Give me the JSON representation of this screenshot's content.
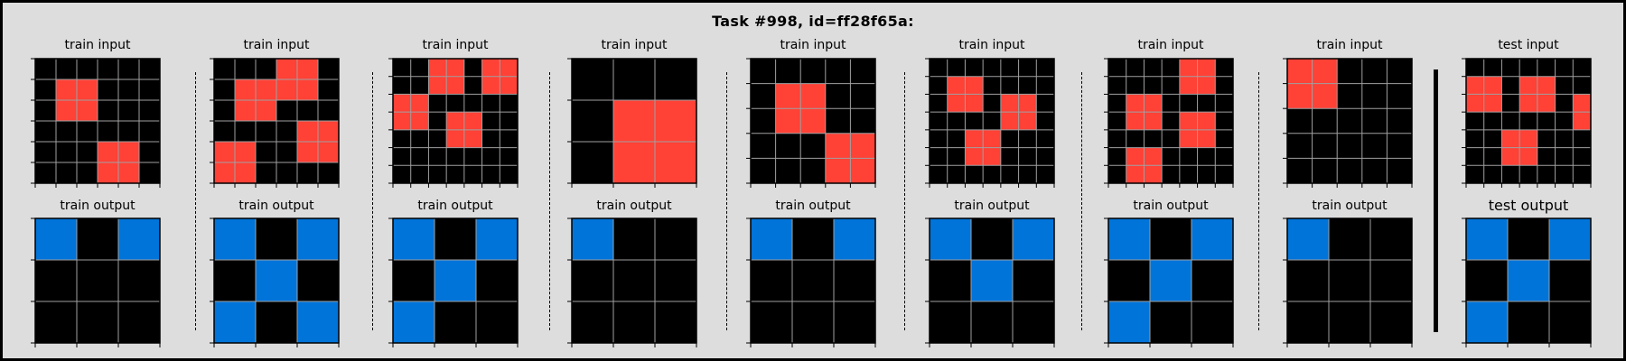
{
  "title": "Task #998, id=ff28f65a:",
  "colors": {
    "background": "#dddddd",
    "black": "#000000",
    "red": "#ff4136",
    "blue": "#0074d9",
    "gridline": "#a0a0a0"
  },
  "color_map": [
    "black",
    "blue",
    "red"
  ],
  "pairs": [
    {
      "input_label": "train input",
      "output_label": "train output",
      "input": [
        [
          0,
          0,
          0,
          0,
          0,
          0
        ],
        [
          0,
          2,
          2,
          0,
          0,
          0
        ],
        [
          0,
          2,
          2,
          0,
          0,
          0
        ],
        [
          0,
          0,
          0,
          0,
          0,
          0
        ],
        [
          0,
          0,
          0,
          2,
          2,
          0
        ],
        [
          0,
          0,
          0,
          2,
          2,
          0
        ]
      ],
      "output": [
        [
          1,
          0,
          1
        ],
        [
          0,
          0,
          0
        ],
        [
          0,
          0,
          0
        ]
      ]
    },
    {
      "input_label": "train input",
      "output_label": "train output",
      "input": [
        [
          0,
          0,
          0,
          2,
          2,
          0
        ],
        [
          0,
          2,
          2,
          2,
          2,
          0
        ],
        [
          0,
          2,
          2,
          0,
          0,
          0
        ],
        [
          0,
          0,
          0,
          0,
          2,
          2
        ],
        [
          2,
          2,
          0,
          0,
          2,
          2
        ],
        [
          2,
          2,
          0,
          0,
          0,
          0
        ]
      ],
      "output": [
        [
          1,
          0,
          1
        ],
        [
          0,
          1,
          0
        ],
        [
          1,
          0,
          1
        ]
      ]
    },
    {
      "input_label": "train input",
      "output_label": "train output",
      "input": [
        [
          0,
          0,
          2,
          2,
          0,
          2,
          2
        ],
        [
          0,
          0,
          2,
          2,
          0,
          2,
          2
        ],
        [
          2,
          2,
          0,
          0,
          0,
          0,
          0
        ],
        [
          2,
          2,
          0,
          2,
          2,
          0,
          0
        ],
        [
          0,
          0,
          0,
          2,
          2,
          0,
          0
        ],
        [
          0,
          0,
          0,
          0,
          0,
          0,
          0
        ],
        [
          0,
          0,
          0,
          0,
          0,
          0,
          0
        ]
      ],
      "output": [
        [
          1,
          0,
          1
        ],
        [
          0,
          1,
          0
        ],
        [
          1,
          0,
          0
        ]
      ]
    },
    {
      "input_label": "train input",
      "output_label": "train output",
      "input": [
        [
          0,
          0,
          0
        ],
        [
          0,
          2,
          2
        ],
        [
          0,
          2,
          2
        ]
      ],
      "output": [
        [
          1,
          0,
          0
        ],
        [
          0,
          0,
          0
        ],
        [
          0,
          0,
          0
        ]
      ]
    },
    {
      "input_label": "train input",
      "output_label": "train output",
      "input": [
        [
          0,
          0,
          0,
          0,
          0
        ],
        [
          0,
          2,
          2,
          0,
          0
        ],
        [
          0,
          2,
          2,
          0,
          0
        ],
        [
          0,
          0,
          0,
          2,
          2
        ],
        [
          0,
          0,
          0,
          2,
          2
        ]
      ],
      "output": [
        [
          1,
          0,
          1
        ],
        [
          0,
          0,
          0
        ],
        [
          0,
          0,
          0
        ]
      ]
    },
    {
      "input_label": "train input",
      "output_label": "train output",
      "input": [
        [
          0,
          0,
          0,
          0,
          0,
          0,
          0
        ],
        [
          0,
          2,
          2,
          0,
          0,
          0,
          0
        ],
        [
          0,
          2,
          2,
          0,
          2,
          2,
          0
        ],
        [
          0,
          0,
          0,
          0,
          2,
          2,
          0
        ],
        [
          0,
          0,
          2,
          2,
          0,
          0,
          0
        ],
        [
          0,
          0,
          2,
          2,
          0,
          0,
          0
        ],
        [
          0,
          0,
          0,
          0,
          0,
          0,
          0
        ]
      ],
      "output": [
        [
          1,
          0,
          1
        ],
        [
          0,
          1,
          0
        ],
        [
          0,
          0,
          0
        ]
      ]
    },
    {
      "input_label": "train input",
      "output_label": "train output",
      "input": [
        [
          0,
          0,
          0,
          0,
          2,
          2,
          0
        ],
        [
          0,
          0,
          0,
          0,
          2,
          2,
          0
        ],
        [
          0,
          2,
          2,
          0,
          0,
          0,
          0
        ],
        [
          0,
          2,
          2,
          0,
          2,
          2,
          0
        ],
        [
          0,
          0,
          0,
          0,
          2,
          2,
          0
        ],
        [
          0,
          2,
          2,
          0,
          0,
          0,
          0
        ],
        [
          0,
          2,
          2,
          0,
          0,
          0,
          0
        ]
      ],
      "output": [
        [
          1,
          0,
          1
        ],
        [
          0,
          1,
          0
        ],
        [
          1,
          0,
          0
        ]
      ]
    },
    {
      "input_label": "train input",
      "output_label": "train output",
      "input": [
        [
          2,
          2,
          0,
          0,
          0
        ],
        [
          2,
          2,
          0,
          0,
          0
        ],
        [
          0,
          0,
          0,
          0,
          0
        ],
        [
          0,
          0,
          0,
          0,
          0
        ],
        [
          0,
          0,
          0,
          0,
          0
        ]
      ],
      "output": [
        [
          1,
          0,
          0
        ],
        [
          0,
          0,
          0
        ],
        [
          0,
          0,
          0
        ]
      ]
    },
    {
      "input_label": "test input",
      "output_label": "test output",
      "input": [
        [
          0,
          0,
          0,
          0,
          0,
          0,
          0
        ],
        [
          2,
          2,
          0,
          2,
          2,
          0,
          0
        ],
        [
          2,
          2,
          0,
          2,
          2,
          0,
          2
        ],
        [
          0,
          0,
          0,
          0,
          0,
          0,
          2
        ],
        [
          0,
          0,
          2,
          2,
          0,
          0,
          0
        ],
        [
          0,
          0,
          2,
          2,
          0,
          0,
          0
        ],
        [
          0,
          0,
          0,
          0,
          0,
          0,
          0
        ]
      ],
      "output": [
        [
          1,
          0,
          1
        ],
        [
          0,
          1,
          0
        ],
        [
          1,
          0,
          0
        ]
      ]
    }
  ]
}
